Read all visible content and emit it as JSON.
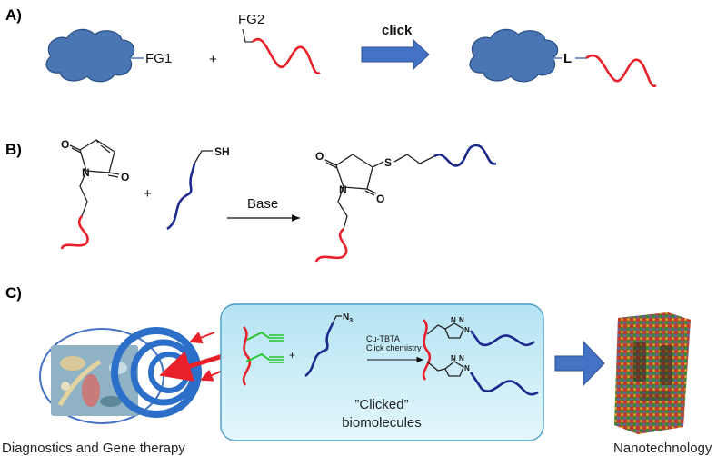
{
  "panels": {
    "a": {
      "label": "A)",
      "fg1": "FG1",
      "plus": "+",
      "fg2": "FG2",
      "arrow_label": "click",
      "linker": "L"
    },
    "b": {
      "label": "B)",
      "plus": "+",
      "thiol": "SH",
      "arrow_label": "Base",
      "atoms": {
        "n": "N",
        "o": "O",
        "s": "S"
      }
    },
    "c": {
      "label": "C)",
      "plus": "+",
      "azide_n": "N",
      "azide_sub": "3",
      "catalyst_line1": "Cu-TBTA",
      "catalyst_line2": "Click chemistry",
      "box_line1": "”Clicked”",
      "box_line2": "biomolecules",
      "left_caption": "Diagnostics and Gene therapy",
      "right_caption": "Nanotechnology",
      "triazole_atom": "N"
    }
  },
  "colors": {
    "cloud": "#4a77b4",
    "red_strand": "#e8202a",
    "blue_strand": "#1b2a8c",
    "arrow": "#4472c4",
    "box_fill": "#c7ecf7",
    "green_alkyne": "#29c52f"
  }
}
